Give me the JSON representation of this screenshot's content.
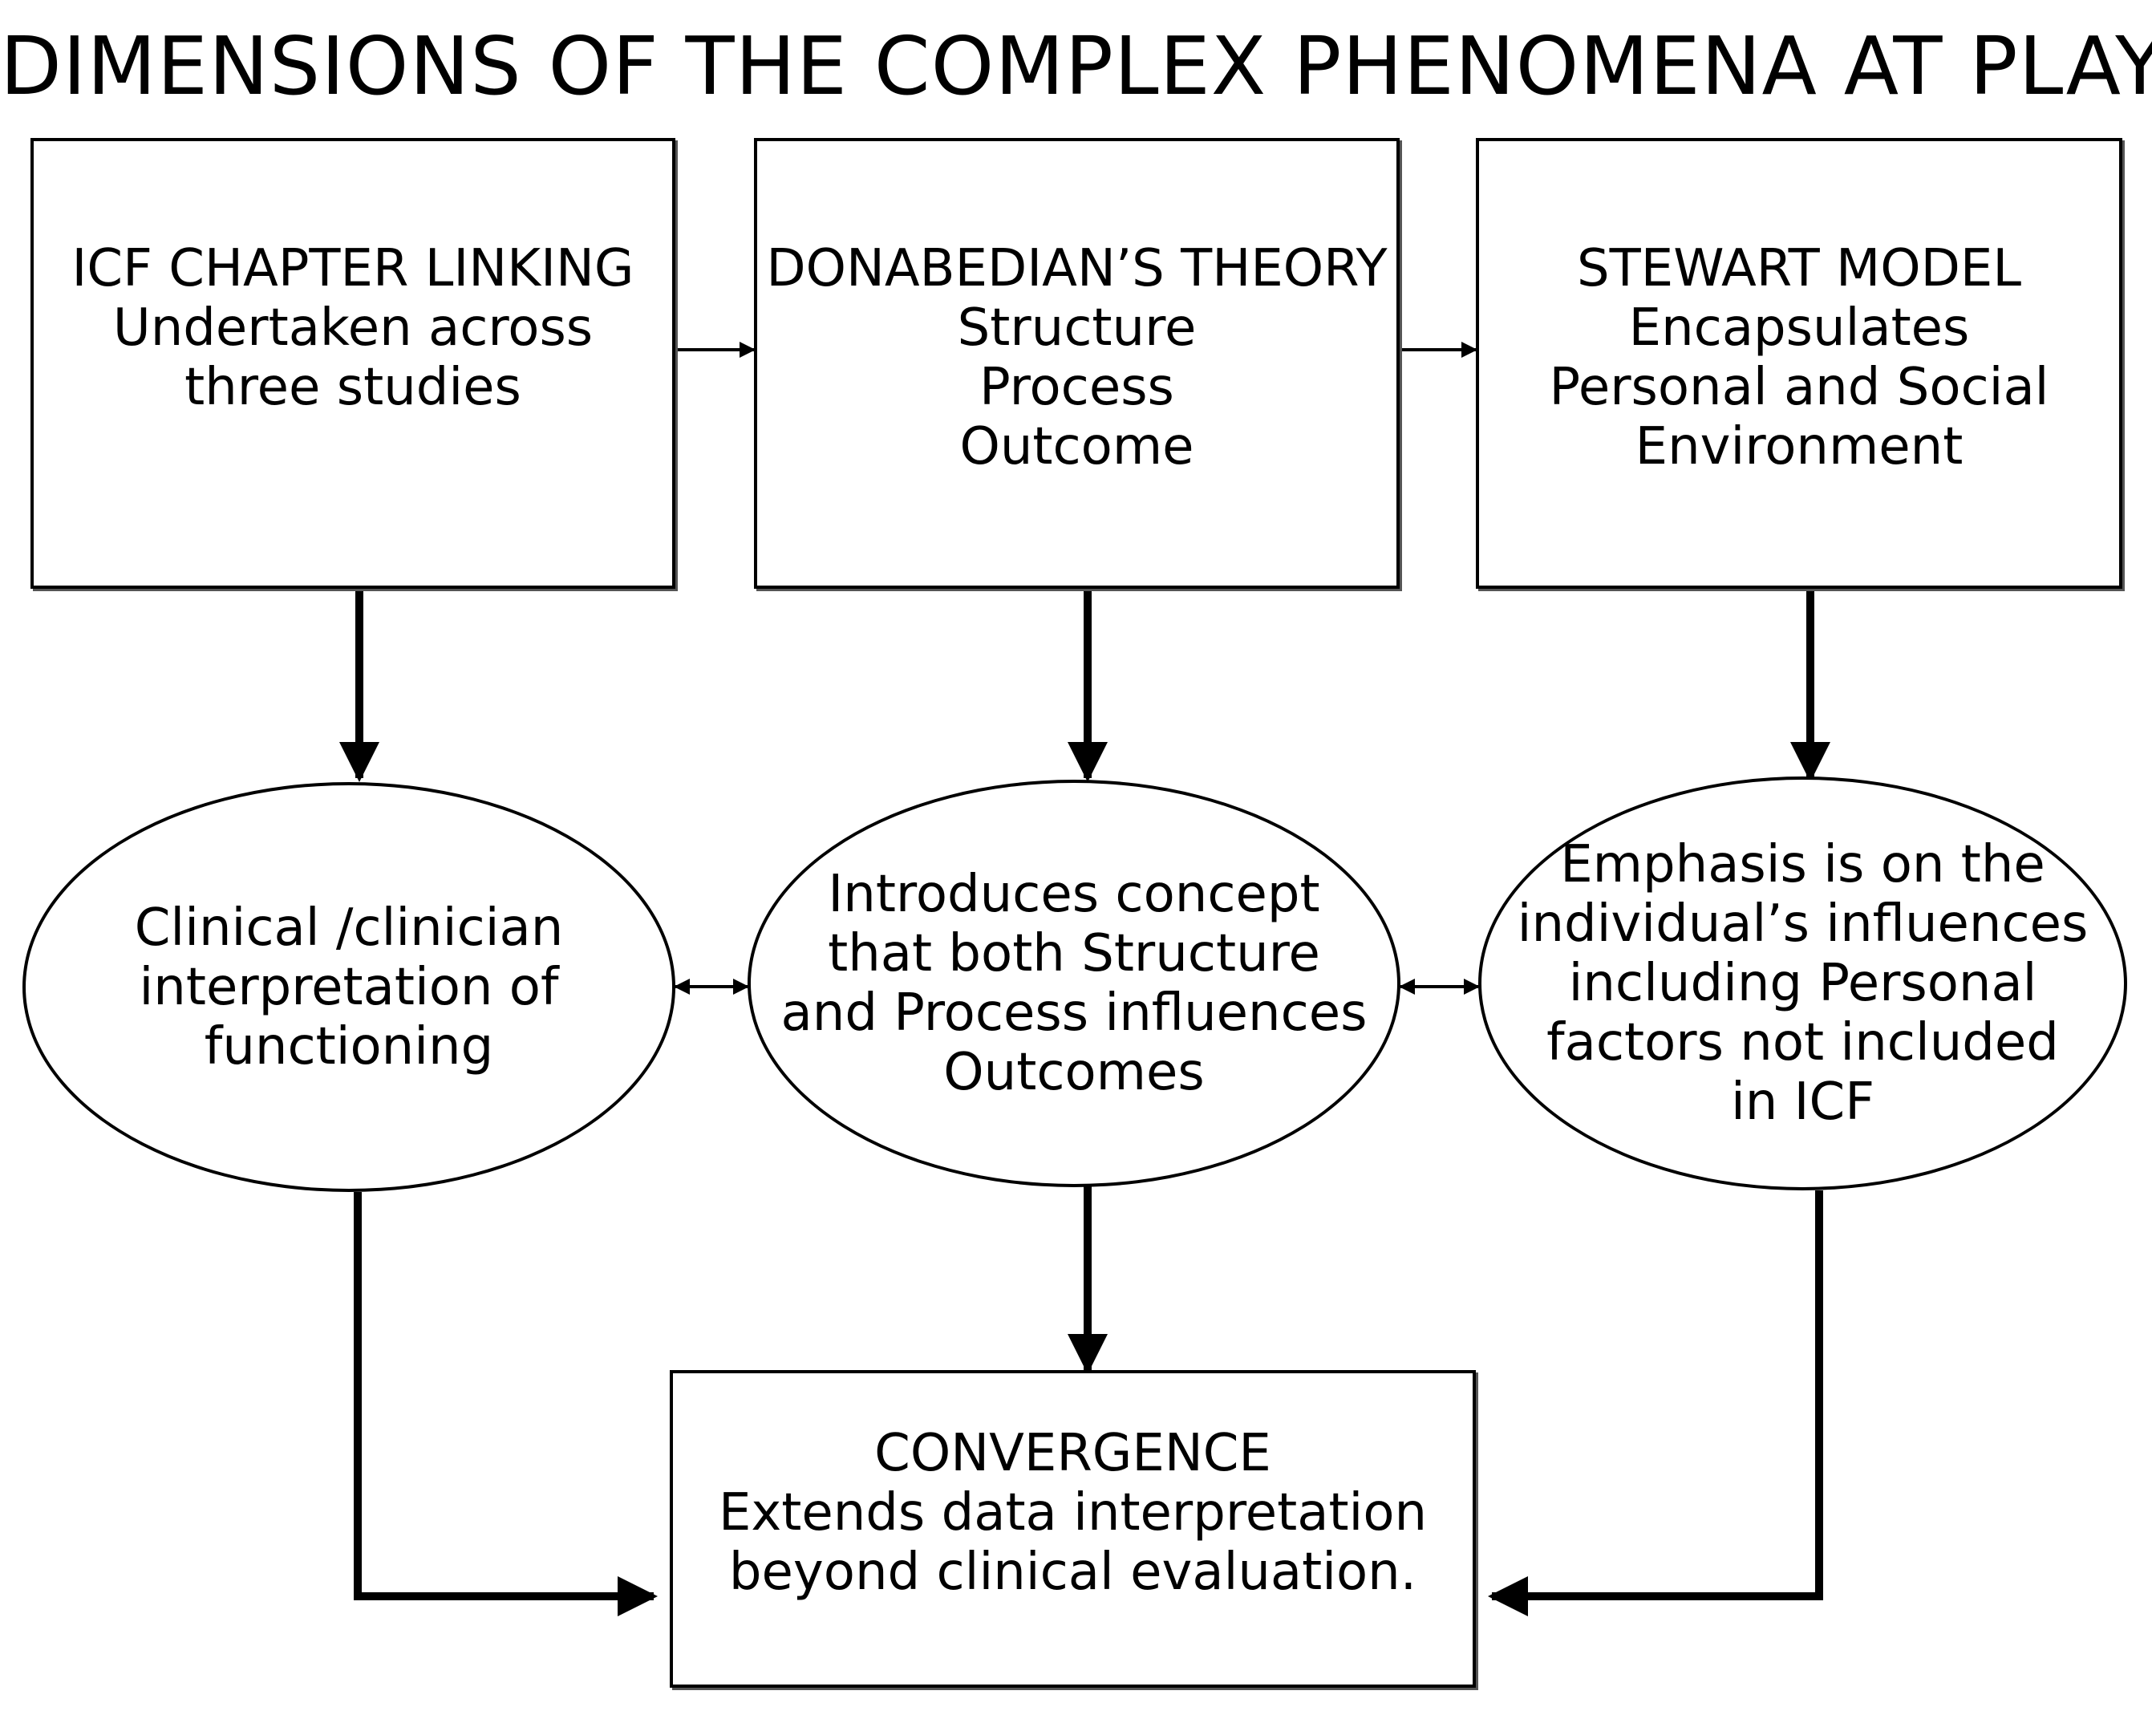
{
  "title": "DIMENSIONS OF THE COMPLEX PHENOMENA AT PLAY",
  "boxes": {
    "icf": {
      "heading": "ICF CHAPTER LINKING",
      "lines": [
        "Undertaken across",
        "three studies"
      ]
    },
    "donabedian": {
      "heading": "DONABEDIAN’S THEORY",
      "lines": [
        "Structure",
        "Process",
        "Outcome"
      ]
    },
    "stewart": {
      "heading": "STEWART MODEL",
      "lines": [
        "Encapsulates",
        "Personal and Social",
        "Environment"
      ]
    },
    "convergence": {
      "heading": "CONVERGENCE",
      "lines": [
        "Extends data interpretation",
        "beyond clinical evaluation."
      ]
    }
  },
  "ellipses": {
    "clinical": {
      "lines": [
        "Clinical /clinician",
        "interpretation of",
        "functioning"
      ]
    },
    "introduces": {
      "lines": [
        "Introduces concept",
        "that both Structure",
        "and Process influences",
        "Outcomes"
      ]
    },
    "emphasis": {
      "lines": [
        "Emphasis is on the",
        "individual’s influences",
        "including Personal",
        "factors not included",
        "in ICF"
      ]
    }
  },
  "colors": {
    "line": "#000000",
    "background": "#ffffff"
  }
}
